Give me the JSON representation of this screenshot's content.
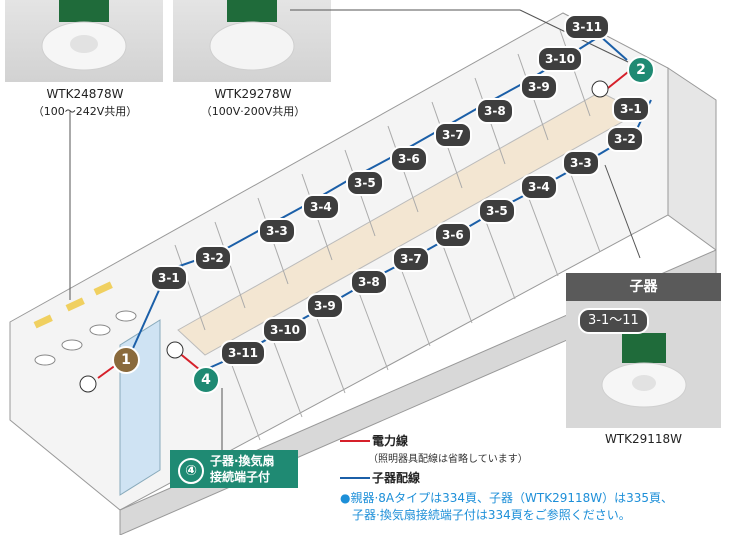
{
  "products": [
    {
      "model": "WTK24878W",
      "voltage": "（100〜242V共用）"
    },
    {
      "model": "WTK29278W",
      "voltage": "（100V·200V共用）"
    }
  ],
  "child_panel": {
    "title": "子器",
    "badge": "3-1〜11",
    "model": "WTK29118W"
  },
  "terminal_box": {
    "number": "④",
    "label_line1": "子器·換気扇",
    "label_line2": "接続端子付"
  },
  "legend": {
    "power_line": "電力線",
    "power_line_note": "（照明器具配線は省略しています）",
    "child_wiring": "子器配線",
    "power_color": "#d6202a",
    "wiring_color": "#1b5fa8"
  },
  "note": {
    "line1": "●親器·8Aタイプは334頁、子器（WTK29118W）は335頁、",
    "line2": "子器·換気扇接続端子付は334頁をご参照ください。"
  },
  "markers": {
    "parent_1": "1",
    "parent_2": "2",
    "terminal_4": "4"
  },
  "upper_labels": [
    "3-1",
    "3-2",
    "3-3",
    "3-4",
    "3-5",
    "3-6",
    "3-7",
    "3-8",
    "3-9",
    "3-10",
    "3-11"
  ],
  "lower_labels": [
    "3-1",
    "3-2",
    "3-3",
    "3-4",
    "3-5",
    "3-6",
    "3-7",
    "3-8",
    "3-9",
    "3-10",
    "3-11"
  ]
}
